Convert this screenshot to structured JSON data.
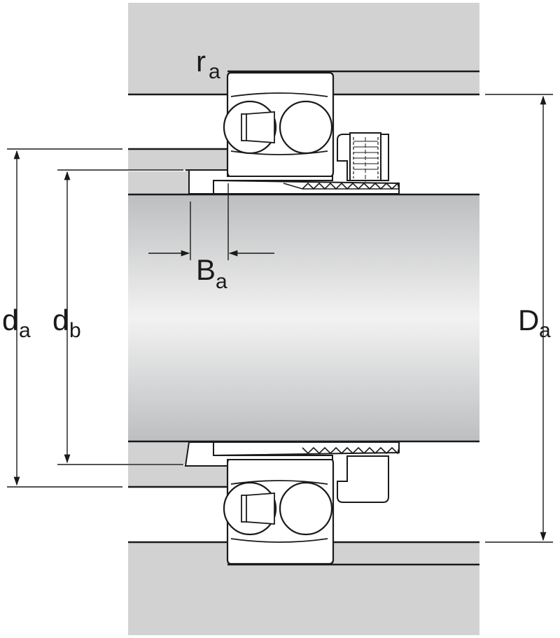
{
  "diagram": {
    "labels": {
      "ra": {
        "main": "r",
        "sub": "a"
      },
      "Ba": {
        "main": "B",
        "sub": "a"
      },
      "da": {
        "main": "d",
        "sub": "a"
      },
      "db": {
        "main": "d",
        "sub": "b"
      },
      "Da": {
        "main": "D",
        "sub": "a"
      }
    },
    "colors": {
      "housing_fill": "#d2d2d3",
      "shaft_fill_edge": "#bdbebf",
      "shaft_fill_center": "#f2f2f3",
      "line": "#1a1a1a",
      "bearing_fill": "#ffffff"
    },
    "icons": [
      "bearing-upper",
      "bearing-lower",
      "lock-nut-upper",
      "lock-nut-lower",
      "adapter-sleeve",
      "shaft"
    ]
  }
}
